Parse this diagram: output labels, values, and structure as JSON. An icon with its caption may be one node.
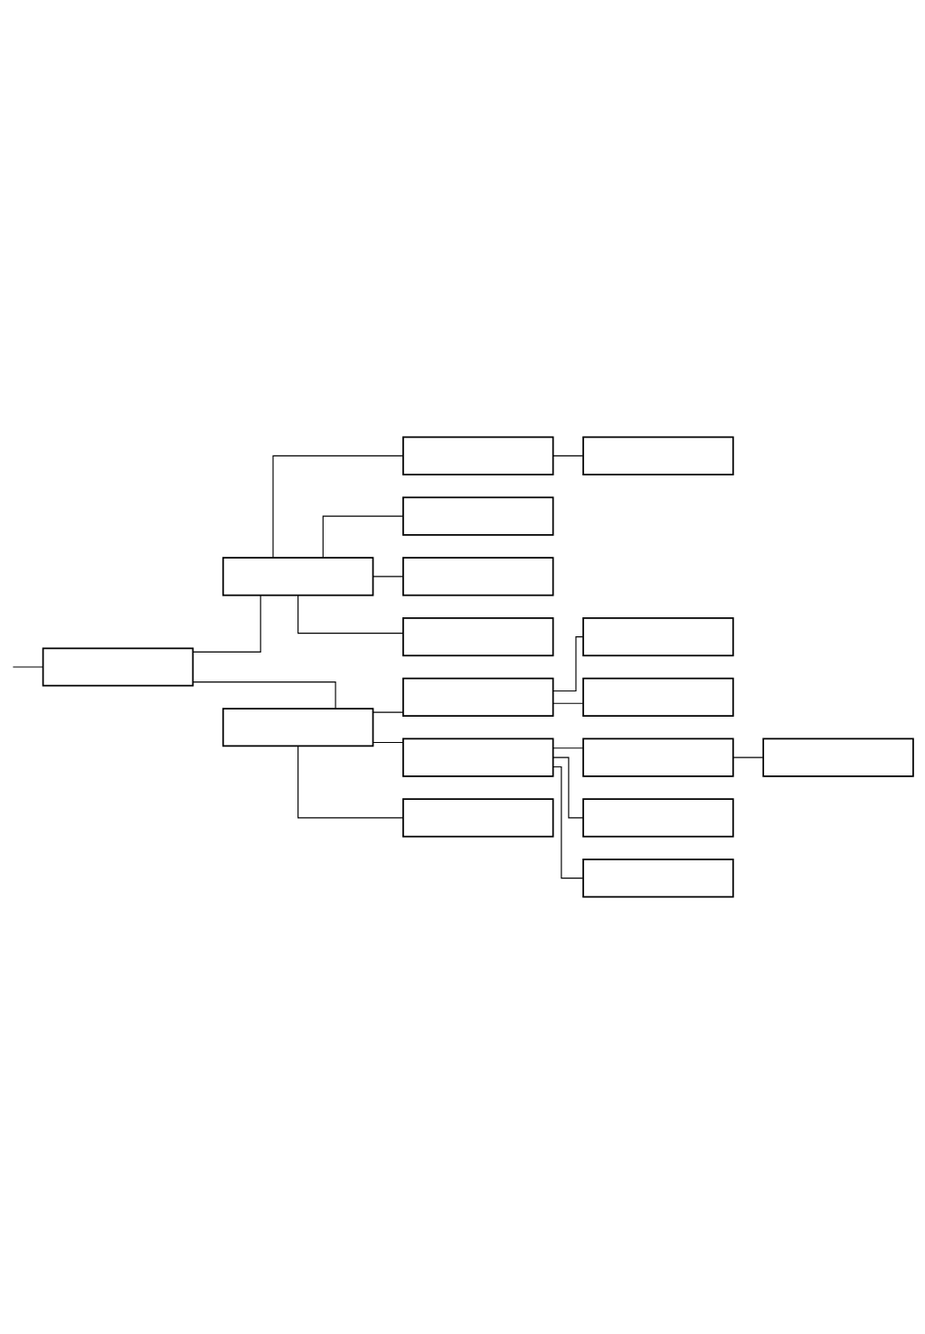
{
  "diagram": {
    "nodes": [
      {
        "text": [],
        "shape": "box"
      },
      {
        "text": [],
        "shape": "box"
      },
      {
        "text": [],
        "shape": "box"
      },
      {
        "text": [],
        "shape": "box"
      },
      {
        "text": [],
        "shape": "box"
      },
      {
        "text": [],
        "shape": "box"
      },
      {
        "text": [],
        "shape": "box"
      },
      {
        "text": [],
        "shape": "box"
      },
      {
        "text": [],
        "shape": "box"
      },
      {
        "text": [],
        "shape": "box"
      },
      {
        "text": [],
        "shape": "box"
      },
      {
        "text": [],
        "shape": "box"
      },
      {
        "text": [],
        "shape": "box"
      },
      {
        "text": [],
        "shape": "box"
      },
      {
        "text": [],
        "shape": "box"
      },
      {
        "text": [],
        "shape": "box"
      },
      {
        "text": [],
        "shape": "box"
      }
    ],
    "edges": [
      {
        "from": null,
        "to": 0,
        "arrow": "none"
      },
      {
        "from": 0,
        "to": 1,
        "arrow": "none"
      },
      {
        "from": 0,
        "to": 7,
        "arrow": "none"
      },
      {
        "from": 1,
        "to": 2,
        "arrow": "none"
      },
      {
        "from": 1,
        "to": 4,
        "arrow": "none"
      },
      {
        "from": 1,
        "to": 5,
        "arrow": "none"
      },
      {
        "from": 1,
        "to": 6,
        "arrow": "none"
      },
      {
        "from": 2,
        "to": 3,
        "arrow": "none"
      },
      {
        "from": 7,
        "to": 8,
        "arrow": "none"
      },
      {
        "from": 7,
        "to": 11,
        "arrow": "none"
      },
      {
        "from": 7,
        "to": 15,
        "arrow": "none"
      },
      {
        "from": 8,
        "to": 9,
        "arrow": "none"
      },
      {
        "from": 8,
        "to": 10,
        "arrow": "none"
      },
      {
        "from": 11,
        "to": 12,
        "arrow": "none"
      },
      {
        "from": 11,
        "to": 13,
        "arrow": "none"
      },
      {
        "from": 11,
        "to": 14,
        "arrow": "none"
      },
      {
        "from": 12,
        "to": 16,
        "arrow": "none"
      }
    ]
  }
}
